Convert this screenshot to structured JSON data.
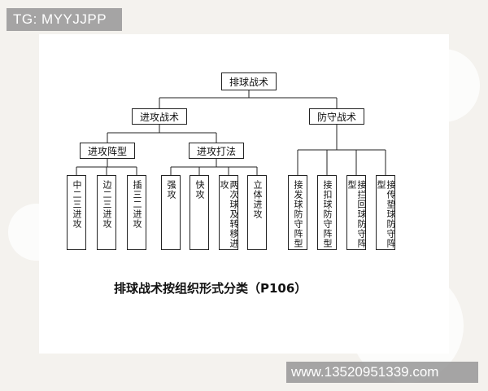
{
  "watermark": {
    "tg": "TG: MYYJJPP",
    "phone": "www.13520951339.com"
  },
  "diagram": {
    "root": "排球战术",
    "attack": "进攻战术",
    "defense": "防守战术",
    "attack_formation": "进攻阵型",
    "attack_method": "进攻打法",
    "formations": [
      "中二三进攻",
      "边二三进攻",
      "插三二进攻"
    ],
    "methods": [
      "强攻",
      "快攻",
      "两次球及转移进攻",
      "立体进攻"
    ],
    "defenses": [
      "接发球防守阵型",
      "接扣球防守阵型",
      "接拦回球防守阵型",
      "接传垫球防守阵型"
    ]
  },
  "caption": "排球战术按组织形式分类（P106）"
}
